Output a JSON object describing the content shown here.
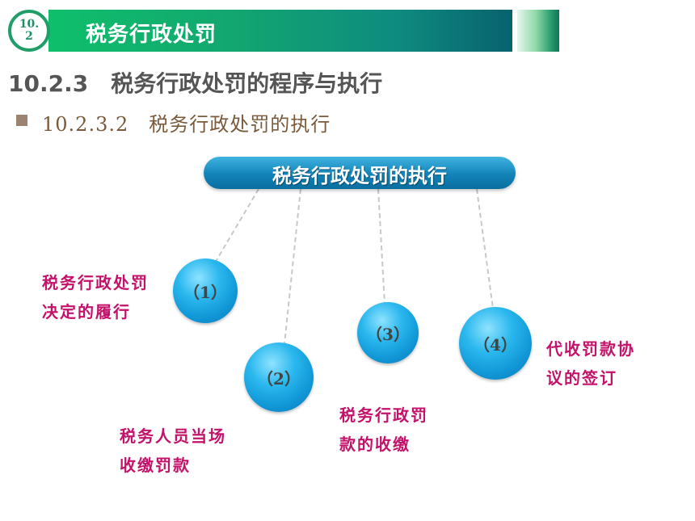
{
  "header": {
    "badge_line1": "10.",
    "badge_line2": "2",
    "title": "税务行政处罚"
  },
  "section": {
    "heading": "10.2.3　税务行政处罚的程序与执行",
    "subheading": "10.2.3.2　税务行政处罚的执行"
  },
  "diagram": {
    "root_label": "税务行政处罚的执行",
    "steps": [
      {
        "number": "（1）",
        "label_line1": "税务行政处罚",
        "label_line2": "决定的履行"
      },
      {
        "number": "（2）",
        "label_line1": "税务人员当场",
        "label_line2": "收缴罚款"
      },
      {
        "number": "（3）",
        "label_line1": "税务行政罚",
        "label_line2": "款的收缴"
      },
      {
        "number": "（4）",
        "label_line1": "代收罚款协",
        "label_line2": "议的签订"
      }
    ]
  },
  "colors": {
    "header_green": "#0fbf6b",
    "pill_blue": "#1283b8",
    "ball_blue": "#1299d8",
    "step_label": "#c4126a",
    "heading_gray": "#555555",
    "subheading_brown": "#7a5a3a"
  }
}
